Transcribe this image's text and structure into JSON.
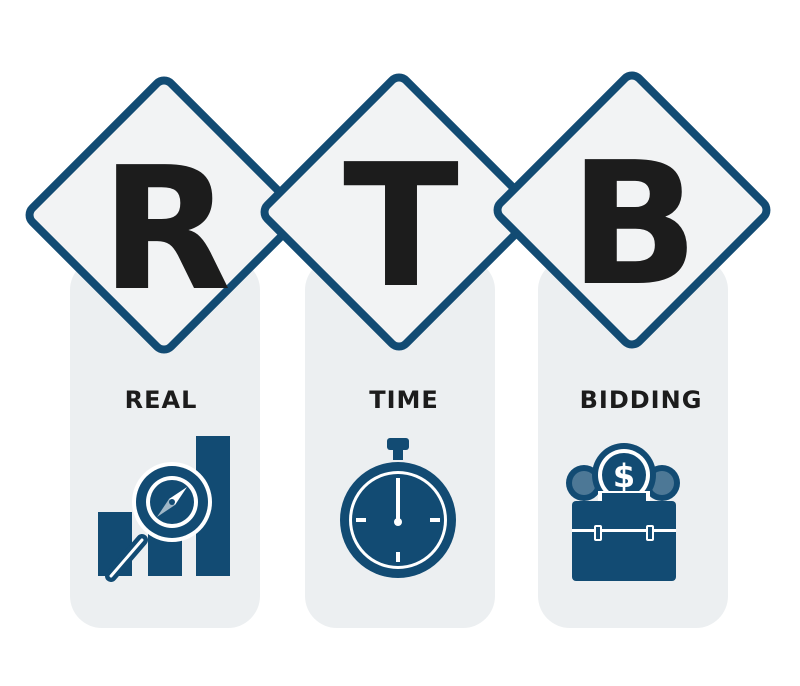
{
  "colors": {
    "stroke": "#124b73",
    "letter": "#1c1c1c",
    "card": "#eceff1",
    "diamond_fill": "#f2f3f4"
  },
  "columns": [
    {
      "letter": "R",
      "word": "REAL",
      "icon": "chart-magnifier-compass-icon"
    },
    {
      "letter": "T",
      "word": "TIME",
      "icon": "stopwatch-icon"
    },
    {
      "letter": "B",
      "word": "BIDDING",
      "icon": "briefcase-money-icon"
    }
  ]
}
